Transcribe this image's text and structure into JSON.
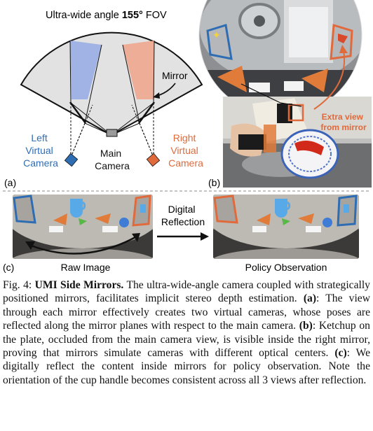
{
  "panel_a": {
    "title_prefix": "Ultra-wide angle ",
    "title_bold": "155°",
    "title_suffix": " FOV",
    "mirror_label": "Mirror",
    "left_camera_lines": [
      "Left",
      "Virtual",
      "Camera"
    ],
    "main_camera_lines": [
      "Main",
      "Camera"
    ],
    "right_camera_lines": [
      "Right",
      "Virtual",
      "Camera"
    ],
    "panel_letter": "(a)"
  },
  "panel_b": {
    "extra_view_lines": [
      "Extra view",
      "from mirror"
    ],
    "panel_letter": "(b)"
  },
  "panel_c": {
    "panel_letter": "(c)",
    "arrow_lines": [
      "Digital",
      "Reflection"
    ],
    "raw_label": "Raw Image",
    "policy_label": "Policy Observation"
  },
  "colors": {
    "left_blue": "#2f6db3",
    "right_orange": "#e06a3c",
    "fov_fill": "#e2e2e2",
    "blue_beam": "#9aaee6",
    "orange_beam": "#eea78e"
  },
  "caption": {
    "fig_label": "Fig. 4: ",
    "bold_title": "UMI Side Mirrors.",
    "text_1": " The ultra-wide-angle camera coupled with strategically positioned mirrors, facilitates implicit stereo depth estimation. ",
    "a_tag": "(a)",
    "text_2": ": The view through each mirror effectively creates two virtual cameras, whose poses are reflected along the mirror planes with respect to the main camera. ",
    "b_tag": "(b)",
    "text_3": ": Ketchup on the plate, occluded from the main camera view, is visible inside the right mirror, proving that mirrors simulate cameras with different optical centers. ",
    "c_tag": "(c)",
    "text_4": ": We digitally reflect the content inside mirrors for policy observation. Note the orientation of the cup handle becomes consistent across all 3 views after reflection."
  }
}
